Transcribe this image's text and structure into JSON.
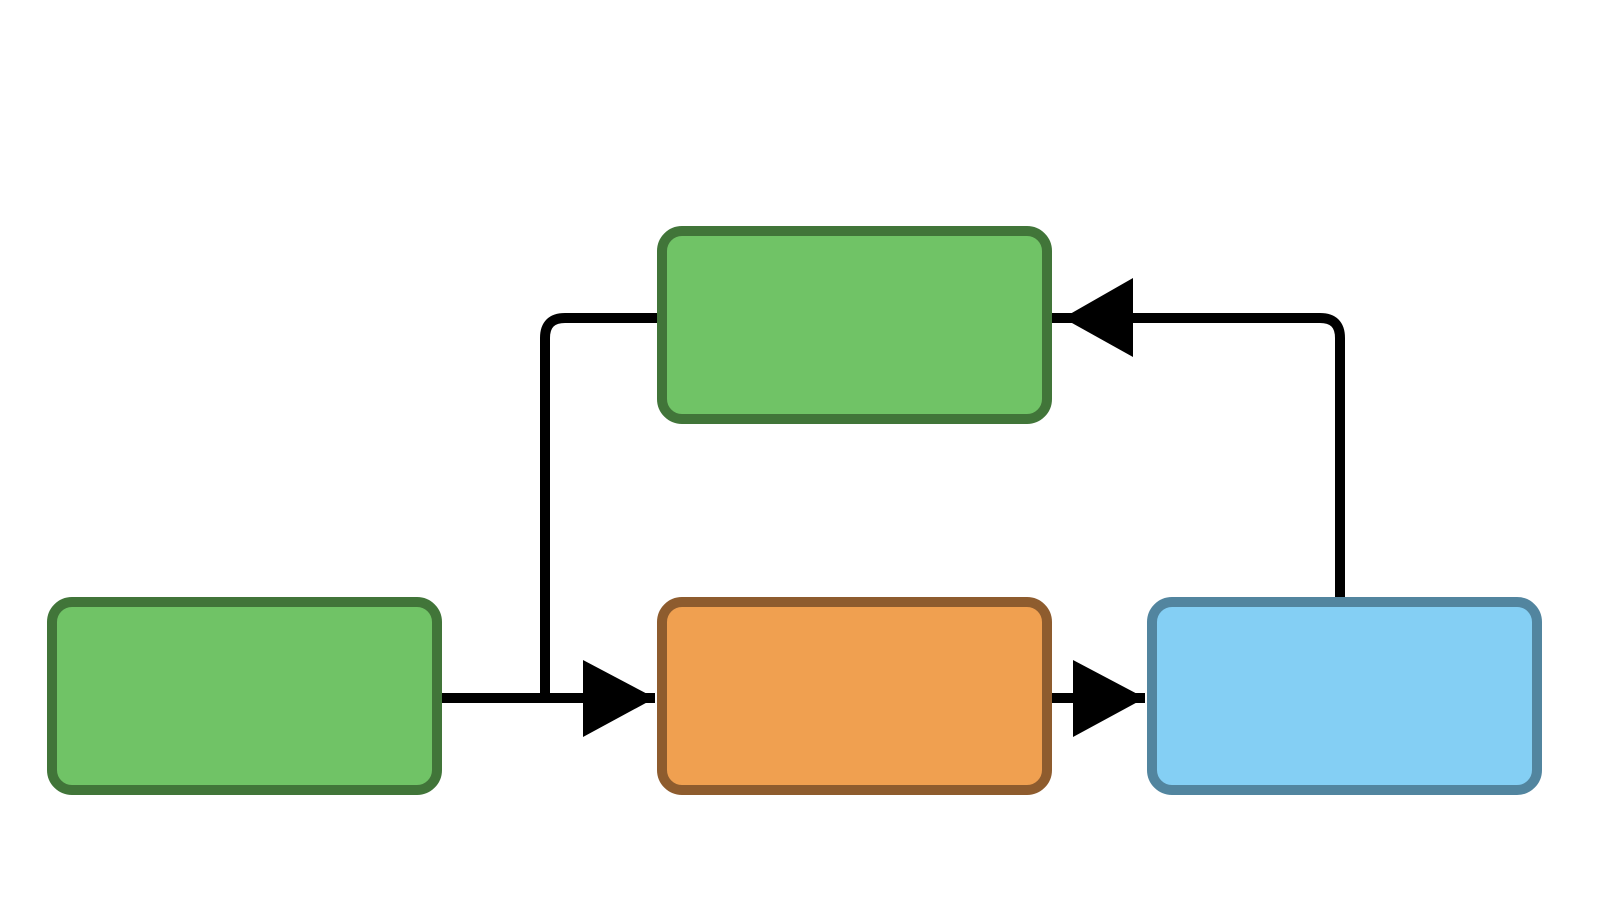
{
  "diagram": {
    "nodes": [
      {
        "id": "left_green",
        "label": "",
        "fill": "#70c366",
        "stroke": "#417539"
      },
      {
        "id": "top_green",
        "label": "",
        "fill": "#70c366",
        "stroke": "#417539"
      },
      {
        "id": "mid_orange",
        "label": "",
        "fill": "#f0a050",
        "stroke": "#8e5c2e"
      },
      {
        "id": "right_blue",
        "label": "",
        "fill": "#84cff4",
        "stroke": "#52859f"
      }
    ],
    "edges": [
      {
        "from": "left_green",
        "to": "mid_orange",
        "label": ""
      },
      {
        "from": "left_green",
        "to": "top_green",
        "label": ""
      },
      {
        "from": "mid_orange",
        "to": "right_blue",
        "label": ""
      },
      {
        "from": "right_blue",
        "to": "top_green",
        "label": ""
      }
    ],
    "edge_color": "#000000"
  }
}
